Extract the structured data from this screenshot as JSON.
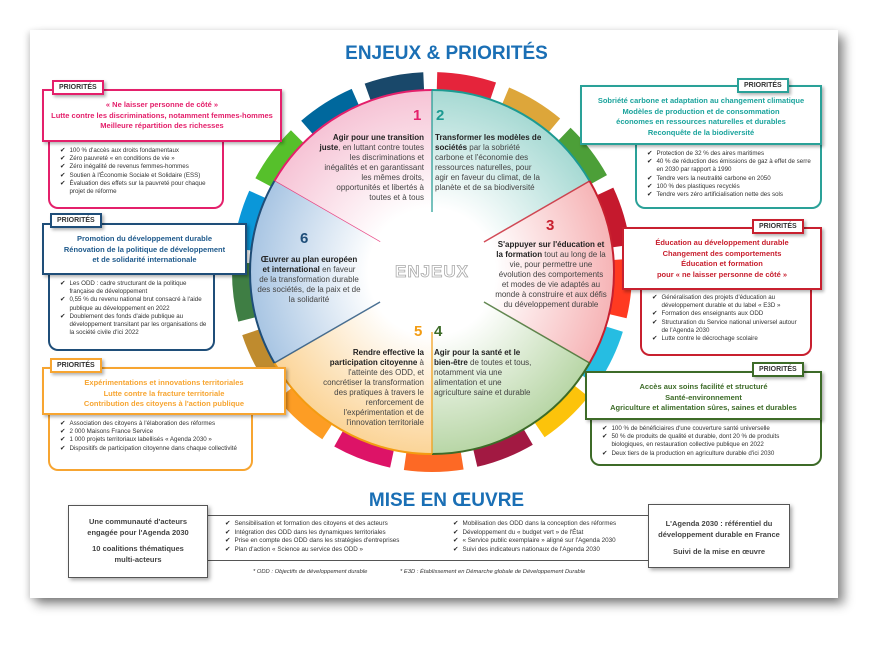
{
  "title": "ENJEUX & PRIORITÉS",
  "wheel": {
    "center_label": "ENJEUX",
    "ring_colors": [
      "#E5243B",
      "#DDA63A",
      "#4C9F38",
      "#C5192D",
      "#FF3A21",
      "#26BDE2",
      "#FCC30B",
      "#A21942",
      "#FD6925",
      "#DD1367",
      "#FD9D24",
      "#BF8B2E",
      "#3F7E44",
      "#0A97D9",
      "#56C02B",
      "#00689D",
      "#19486A"
    ],
    "sectors": [
      {
        "number": "1",
        "bold": "Agir pour une transition juste",
        "rest": ", en luttant contre toutes les discriminations et inégalités et en garantissant les mêmes droits, opportunités et libertés à toutes et à tous",
        "color": "#e4206b",
        "tint": "#f6c3d5"
      },
      {
        "number": "2",
        "bold": "Transformer les modèles de sociétés",
        "rest": " par la sobriété carbone et l'économie des ressources naturelles, pour agir en faveur du climat, de la planète et de sa biodiversité",
        "color": "#1d9a92",
        "tint": "#a6d9d3"
      },
      {
        "number": "3",
        "bold": "S'appuyer sur l'éducation et la formation",
        "rest": " tout au long de la vie, pour permettre une évolution des comportements et modes de vie adaptés au monde à construire et aux défis du développement durable",
        "color": "#c8202f",
        "tint": "#f6b4b6"
      },
      {
        "number": "4",
        "bold": "Agir pour la santé et le bien-être",
        "rest": " de toutes et tous, notamment via une alimentation et une agriculture saine et durable",
        "color": "#3d6b28",
        "tint": "#b8d6a6"
      },
      {
        "number": "5",
        "bold": "Rendre effective la participation citoyenne",
        "rest": " à l'atteinte des ODD, et concrétiser la transformation des pratiques à travers le renforcement de l'expérimentation et de l'innovation territoriale",
        "color": "#f39c12",
        "tint": "#fbd497"
      },
      {
        "number": "6",
        "bold": "Œuvrer au plan européen et international",
        "rest": " en faveur de la transformation durable des sociétés, de la paix et de la solidarité",
        "color": "#1f4e79",
        "tint": "#a8c5e3"
      }
    ]
  },
  "priorities": [
    {
      "tab": "PRIORITÉS",
      "lines": [
        "« Ne laisser personne de côté »",
        "Lutte contre les discriminations, notamment femmes-hommes",
        "Meilleure répartition des richesses"
      ],
      "items": [
        "100 % d'accès aux droits fondamentaux",
        "Zéro pauvreté « en conditions de vie »",
        "Zéro inégalité de revenus femmes-hommes",
        "Soutien à l'Économie Sociale et Solidaire (ESS)",
        "Évaluation des effets sur la pauvreté pour chaque projet de réforme"
      ]
    },
    {
      "tab": "PRIORITÉS",
      "lines": [
        "Sobriété carbone et adaptation au changement climatique",
        "Modèles de production et de consommation",
        "économes en ressources naturelles et durables",
        "Reconquête de la biodiversité"
      ],
      "items": [
        "Protection de 32 % des aires maritimes",
        "40 % de réduction des émissions de gaz à effet de serre en 2030 par rapport à 1990",
        "Tendre vers la neutralité carbone en 2050",
        "100 % des plastiques recyclés",
        "Tendre vers zéro artificialisation nette des sols"
      ]
    },
    {
      "tab": "PRIORITÉS",
      "lines": [
        "Éducation au développement durable",
        "Changement des comportements",
        "Éducation et formation",
        "pour « ne laisser personne de côté »"
      ],
      "items": [
        "Généralisation des projets d'éducation au développement durable et du label « E3D »",
        "Formation des enseignants aux ODD",
        "Structuration du Service national universel autour de l'Agenda 2030",
        "Lutte contre le décrochage scolaire"
      ]
    },
    {
      "tab": "PRIORITÉS",
      "lines": [
        "Accès aux soins facilité et structuré",
        "Santé-environnement",
        "Agriculture et alimentation sûres, saines et durables"
      ],
      "items": [
        "100 % de bénéficiaires d'une couverture santé universelle",
        "50 % de produits de qualité et durable, dont 20 % de produits biologiques, en restauration collective publique en 2022",
        "Deux tiers de la production en agriculture durable d'ici 2030"
      ]
    },
    {
      "tab": "PRIORITÉS",
      "lines": [
        "Expérimentations et innovations territoriales",
        "Lutte contre la fracture territoriale",
        "Contribution des citoyens à l'action publique"
      ],
      "items": [
        "Association des citoyens à l'élaboration des réformes",
        "2 000 Maisons France Service",
        "1 000 projets territoriaux labellisés « Agenda 2030 »",
        "Dispositifs de participation citoyenne dans chaque collectivité"
      ]
    },
    {
      "tab": "PRIORITÉS",
      "lines": [
        "Promotion du développement durable",
        "Rénovation de la politique de développement",
        "et de solidarité internationale"
      ],
      "items": [
        "Les ODD : cadre structurant de la politique française de développement",
        "0,55 % du revenu national brut consacré à l'aide publique au développement en 2022",
        "Doublement des fonds d'aide publique au développement transitant par les organisations de la société civile d'ici 2022"
      ]
    }
  ],
  "implementation": {
    "title": "MISE EN ŒUVRE",
    "left_box": [
      "Une communauté d'acteurs",
      "engagée pour l'Agenda 2030",
      "10 coalitions thématiques",
      "multi-acteurs"
    ],
    "list_left": [
      "Sensibilisation et formation des citoyens et des acteurs",
      "Intégration des ODD dans les dynamiques territoriales",
      "Prise en compte des ODD dans les stratégies d'entreprises",
      "Plan d'action « Science au service des ODD »"
    ],
    "list_right": [
      "Mobilisation des ODD dans la conception des réformes",
      "Développement du « budget vert » de l'État",
      "« Service public exemplaire » aligné sur l'Agenda 2030",
      "Suivi des indicateurs nationaux de l'Agenda 2030"
    ],
    "right_box": [
      "L'Agenda 2030 : référentiel du",
      "développement durable en France",
      "Suivi de la mise en œuvre"
    ],
    "footnote_odd": "* ODD : Objectifs de développement durable",
    "footnote_e3d": "* E3D : Établissement en Démarche globale de Développement Durable"
  }
}
